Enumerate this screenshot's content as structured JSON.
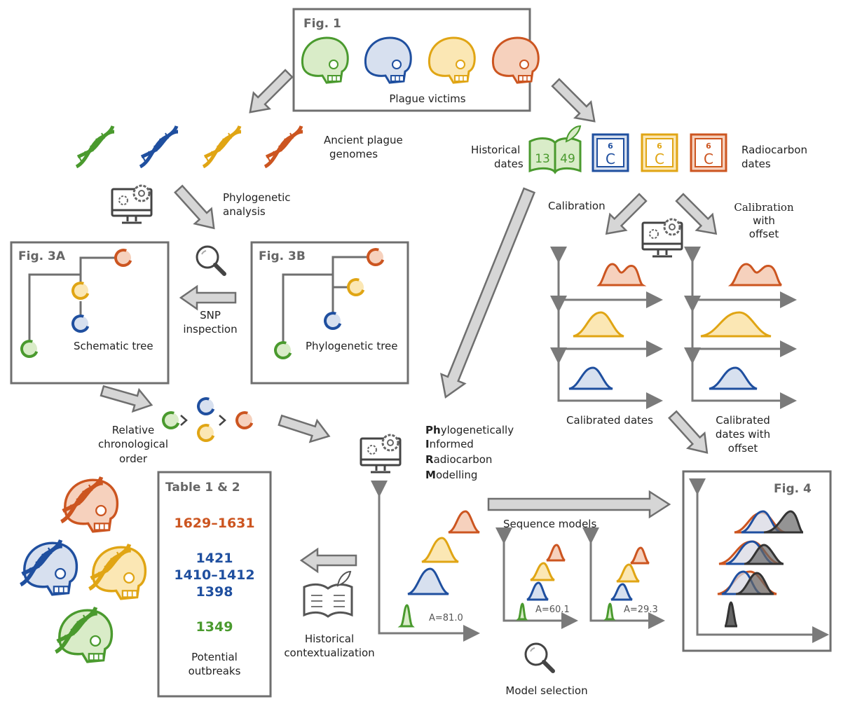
{
  "colors": {
    "green": "#4a9a2e",
    "green_fill": "#d9ecc8",
    "blue": "#1f4f9f",
    "blue_fill": "#d7e0ef",
    "yellow": "#e0a514",
    "yellow_fill": "#fbe7b4",
    "orange": "#cc5520",
    "orange_fill": "#f6d1bd",
    "dark": "#333333",
    "gray": "#7a7a7a",
    "arrow_fill": "#d6d6d6",
    "arrow_stroke": "#6f6f6f"
  },
  "fig1": {
    "title": "Fig. 1",
    "label": "Plague victims"
  },
  "genomes": {
    "label_line1": "Ancient plague",
    "label_line2": "genomes"
  },
  "phylo_analysis": {
    "line1": "Phylogenetic",
    "line2": "analysis"
  },
  "historical_dates": {
    "line1": "Historical",
    "line2": "dates",
    "book_left": "13",
    "book_right": "49"
  },
  "radiocarbon": {
    "line1": "Radiocarbon",
    "line2": "dates",
    "element_number": "6",
    "element_symbol": "C"
  },
  "calibration": {
    "label": "Calibration"
  },
  "calibration_offset": {
    "line1": "Calibration",
    "line2": "with",
    "line3": "offset"
  },
  "fig3a": {
    "title": "Fig. 3A",
    "label": "Schematic tree"
  },
  "fig3b": {
    "title": "Fig. 3B",
    "label": "Phylogenetic tree"
  },
  "snp": {
    "line1": "SNP",
    "line2": "inspection"
  },
  "calibrated_dates": {
    "label": "Calibrated dates"
  },
  "calibrated_offset": {
    "line1": "Calibrated",
    "line2": "dates with",
    "line3": "offset"
  },
  "relative_order": {
    "line1": "Relative",
    "line2": "chronological",
    "line3": "order"
  },
  "prm": {
    "l1_bold": "Ph",
    "l1_rest": "ylogenetically",
    "l2_bold": "I",
    "l2_rest": "nformed",
    "l3_bold": "R",
    "l3_rest": "adiocarbon",
    "l4_bold": "M",
    "l4_rest": "odelling"
  },
  "fig4": {
    "title": "Fig. 4"
  },
  "table": {
    "title": "Table 1 & 2",
    "orange_years": [
      "1629–1631"
    ],
    "blue_years": [
      "1421",
      "1410–1412",
      "1398"
    ],
    "green_years": [
      "1349"
    ],
    "footer_line1": "Potential",
    "footer_line2": "outbreaks"
  },
  "sequence_models": {
    "label": "Sequence models"
  },
  "agreement": {
    "a1": "A=81.0",
    "a2": "A=60.1",
    "a3": "A=29.3"
  },
  "historical_context": {
    "line1": "Historical",
    "line2": "contextualization"
  },
  "model_selection": {
    "label": "Model selection"
  }
}
